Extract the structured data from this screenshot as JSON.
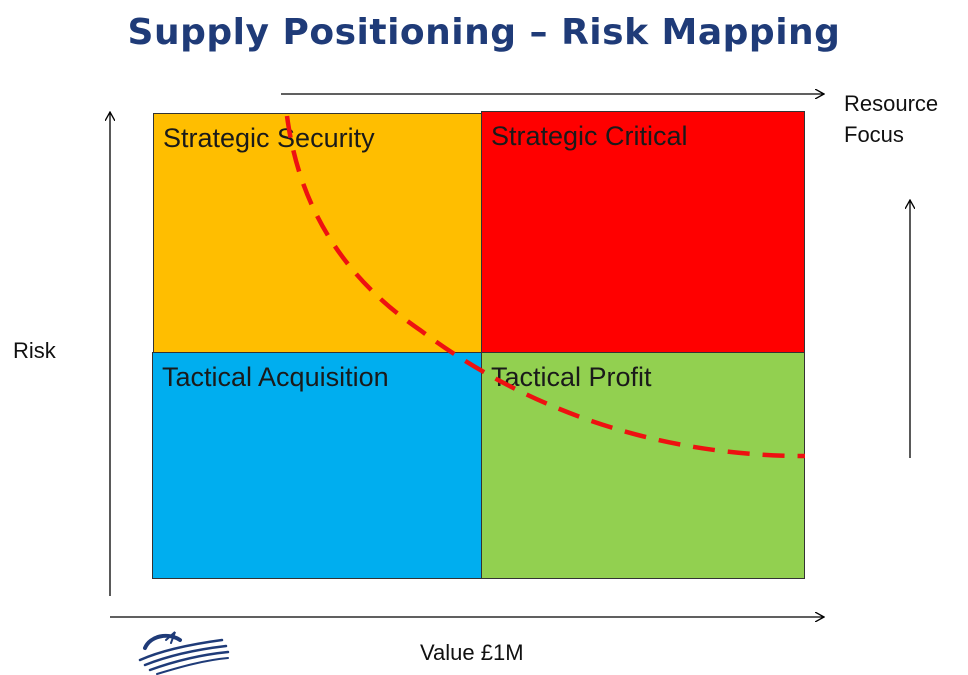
{
  "title": "Supply Positioning – Risk Mapping",
  "quadrants": [
    {
      "id": "q-ss",
      "label": "Strategic Security",
      "color": "#FFBE00"
    },
    {
      "id": "q-sc",
      "label": "Strategic Critical",
      "color": "#FF0000"
    },
    {
      "id": "q-ta",
      "label": "Tactical Acquisition",
      "color": "#00AEEF"
    },
    {
      "id": "q-tp",
      "label": "Tactical Profit",
      "color": "#92D050"
    }
  ],
  "axes": {
    "y_label": "Risk",
    "x_label": "Value £1M",
    "resource_line1": "Resource",
    "resource_line2": "Focus"
  },
  "curve_color": "#EE1111",
  "logo_icon": "dragon-wave-logo"
}
